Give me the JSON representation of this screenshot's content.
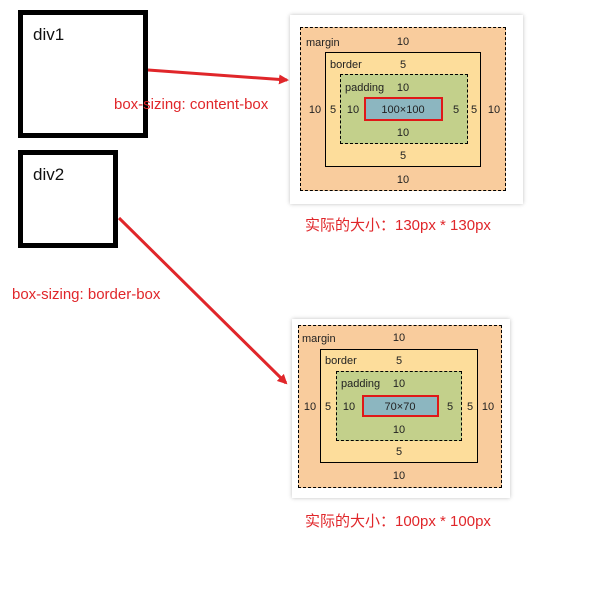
{
  "div1": {
    "label": "div1"
  },
  "div2": {
    "label": "div2"
  },
  "labels": {
    "content_box": "box-sizing: content-box",
    "border_box": "box-sizing: border-box",
    "actual_size_1": "实际的大小：130px * 130px",
    "actual_size_2": "实际的大小：100px * 100px"
  },
  "model1": {
    "margin_label": "margin",
    "margin_top": "10",
    "margin_bottom": "10",
    "margin_left": "10",
    "margin_right": "10",
    "border_label": "border",
    "border_top": "5",
    "border_bottom": "5",
    "border_left": "5",
    "border_right": "5",
    "padding_label": "padding",
    "padding_top": "10",
    "padding_bottom": "10",
    "padding_left": "10",
    "padding_right": "5",
    "content": "100×100"
  },
  "model2": {
    "margin_label": "margin",
    "margin_top": "10",
    "margin_bottom": "10",
    "margin_left": "10",
    "margin_right": "10",
    "border_label": "border",
    "border_top": "5",
    "border_bottom": "5",
    "border_left": "5",
    "border_right": "5",
    "padding_label": "padding",
    "padding_top": "10",
    "padding_bottom": "10",
    "padding_left": "10",
    "padding_right": "5",
    "content": "70×70"
  },
  "colors": {
    "margin": "#f9cc9d",
    "border": "#fddd9b",
    "padding": "#c3d08b",
    "content": "#8cb6c0",
    "accent_red": "#e0262a"
  }
}
